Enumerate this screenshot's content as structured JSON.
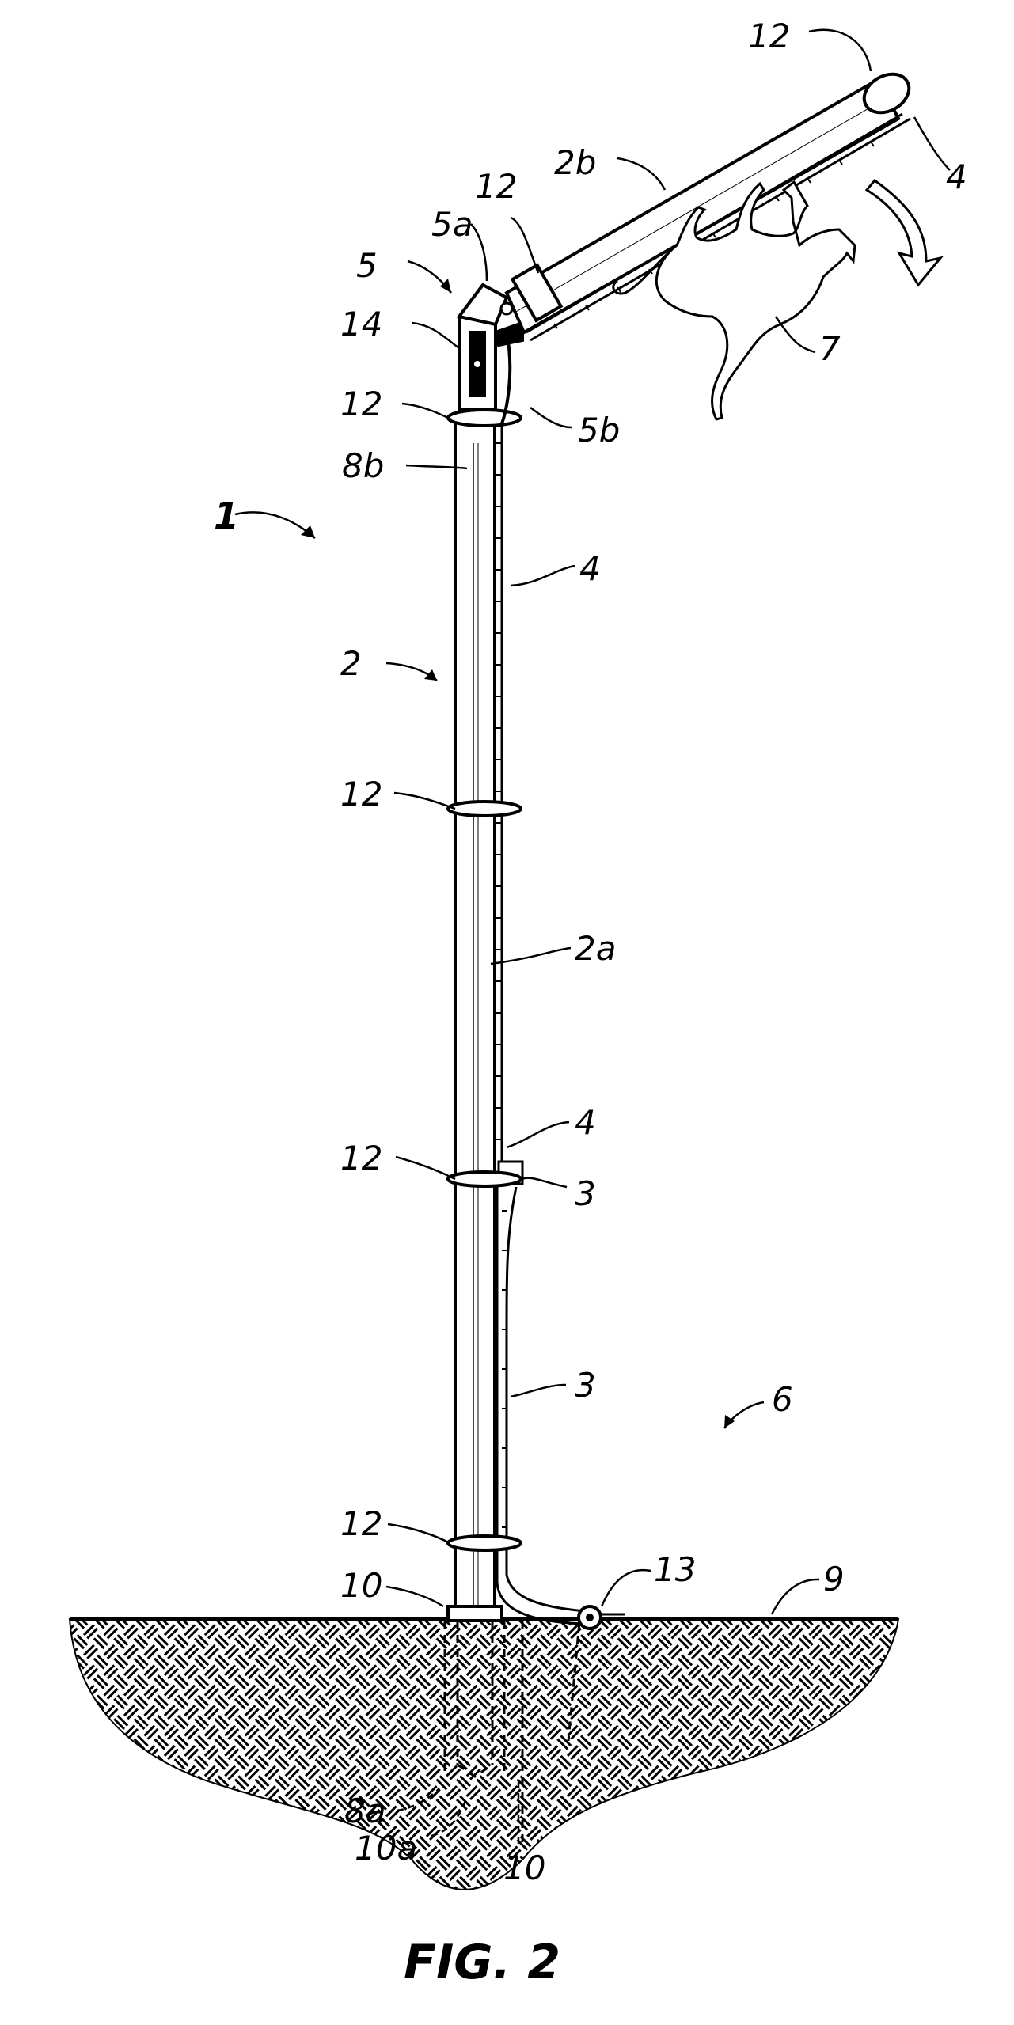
{
  "figure": {
    "caption": "FIG. 2"
  },
  "labels": {
    "l_12_top": "12",
    "l_4_top": "4",
    "l_2b": "2b",
    "l_12_joint": "12",
    "l_5a": "5a",
    "l_5": "5",
    "l_14": "14",
    "l_7": "7",
    "l_12_upper": "12",
    "l_5b": "5b",
    "l_8b": "8b",
    "l_1": "1",
    "l_4_mid": "4",
    "l_2": "2",
    "l_12_mid": "12",
    "l_2a": "2a",
    "l_4_low": "4",
    "l_12_low": "12",
    "l_3_upper": "3",
    "l_3_lower": "3",
    "l_6": "6",
    "l_12_base": "12",
    "l_13": "13",
    "l_10_top": "10",
    "l_9": "9",
    "l_8a": "8a",
    "l_10a": "10a",
    "l_10_bottom": "10"
  }
}
